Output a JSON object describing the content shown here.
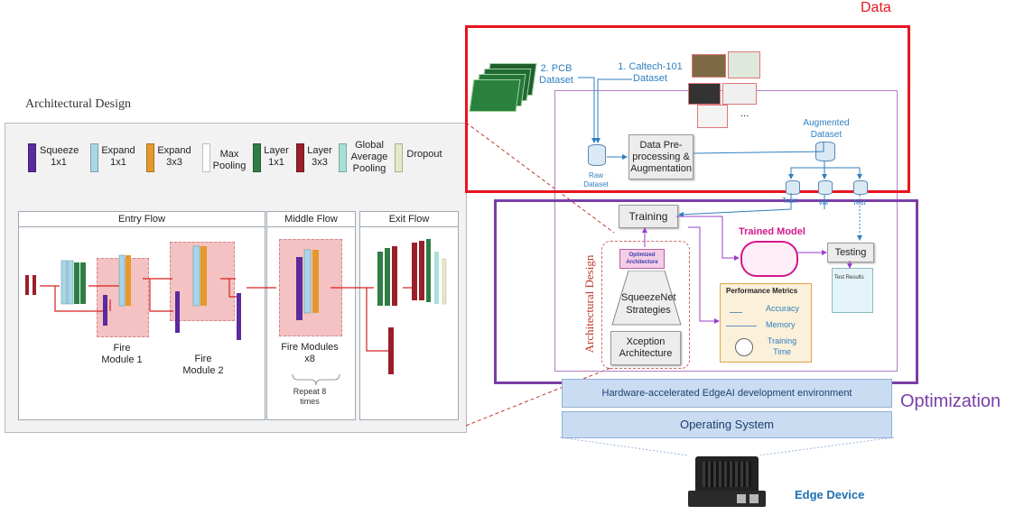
{
  "sections": {
    "data_label": "Data",
    "optimization_label": "Optimization",
    "arch_title": "Architectural Design",
    "arch_vertical": "Architectural Design"
  },
  "legend": [
    {
      "label": "Squeeze 1x1",
      "color": "#5b2a9e"
    },
    {
      "label": "Expand 1x1",
      "color": "#a9d6e6"
    },
    {
      "label": "Expand 3x3",
      "color": "#e39a2b"
    },
    {
      "label": "Max Pooling",
      "color": "#ffffff"
    },
    {
      "label": "Layer 1x1",
      "color": "#2f7d45"
    },
    {
      "label": "Layer 3x3",
      "color": "#9b1f2a"
    },
    {
      "label": "Global Average Pooling",
      "color": "#a8e0d8"
    },
    {
      "label": "Dropout",
      "color": "#e6e8c8"
    }
  ],
  "flows": {
    "entry": "Entry Flow",
    "middle": "Middle Flow",
    "exit": "Exit Flow",
    "fire1": "Fire Module 1",
    "fire2": "Fire Module 2",
    "fire_modules": "Fire Modules x8",
    "repeat": "Repeat 8 times"
  },
  "data_block": {
    "pcb": "2. PCB Dataset",
    "caltech": "1. Caltech-101 Dataset",
    "raw": "Raw Dataset",
    "preprocess": "Data Pre-processing & Augmentation",
    "augmented": "Augmented Dataset",
    "ellipsis": "...",
    "train": "Train",
    "val": "Val",
    "test": "Test"
  },
  "opt_block": {
    "training": "Training",
    "trained_model": "Trained Model",
    "testing": "Testing",
    "test_results": "Test Results",
    "optimized": "Optimized Architecture",
    "squeezenet": "SqueezeNet Strategies",
    "xception": "Xception Architecture",
    "perf_title": "Performance Metrics",
    "accuracy": "Accuracy",
    "memory": "Memory",
    "training_time": "Training Time"
  },
  "stack": {
    "hw": "Hardware-accelerated EdgeAI development environment",
    "os": "Operating System",
    "edge": "Edge Device"
  },
  "colors": {
    "data_border": "#e8141f",
    "opt_border": "#7a3fa6",
    "accent_blue": "#1f6fb0",
    "magenta": "#d3178a"
  }
}
